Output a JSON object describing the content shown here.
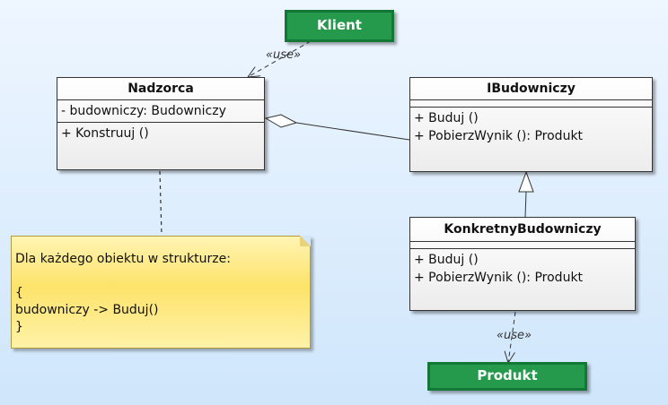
{
  "klient": {
    "name": "Klient"
  },
  "produkt": {
    "name": "Produkt"
  },
  "nadzorca": {
    "name": "Nadzorca",
    "attribute": "- budowniczy: Budowniczy",
    "operation": "+ Konstruuj ()"
  },
  "ibudowniczy": {
    "name": "IBudowniczy",
    "operations": [
      "+ Buduj ()",
      "+ PobierzWynik (): Produkt"
    ]
  },
  "konkretny": {
    "name": "KonkretnyBudowniczy",
    "operations": [
      "+ Buduj ()",
      "+ PobierzWynik (): Produkt"
    ]
  },
  "note": {
    "lines": [
      "Dla każdego obiektu w strukturze:",
      "",
      "{",
      "budowniczy -> Buduj()",
      "}"
    ]
  },
  "use_label_top": "«use»",
  "use_label_bottom": "«use»",
  "colors": {
    "stereotype_fill": "#259a4c",
    "stereotype_border": "#137736",
    "note_fill": "#fde36a"
  }
}
